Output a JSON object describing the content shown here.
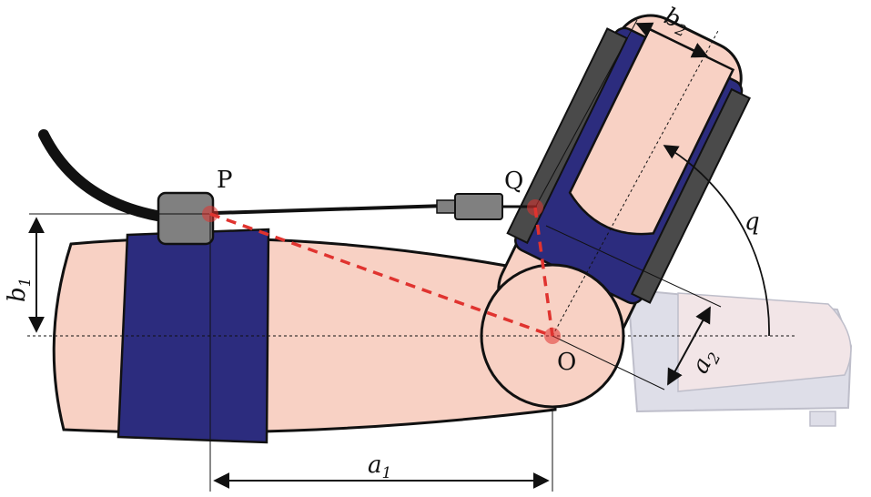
{
  "points": {
    "P": "P",
    "Q": "Q",
    "O": "O"
  },
  "dimensions": {
    "b1": {
      "base": "b",
      "sub": "1"
    },
    "b2": {
      "base": "b",
      "sub": "2"
    },
    "a1": {
      "base": "a",
      "sub": "1"
    },
    "a2": {
      "base": "a",
      "sub": "2"
    },
    "q": "q"
  },
  "colors": {
    "skin": "#f8d1c4",
    "cuff": "#2c2c7e",
    "strap": "#4a4a4a",
    "clamp": "#808080",
    "cable": "#111111",
    "construction": "#e0332f",
    "ghost": "#b8b8cc"
  }
}
